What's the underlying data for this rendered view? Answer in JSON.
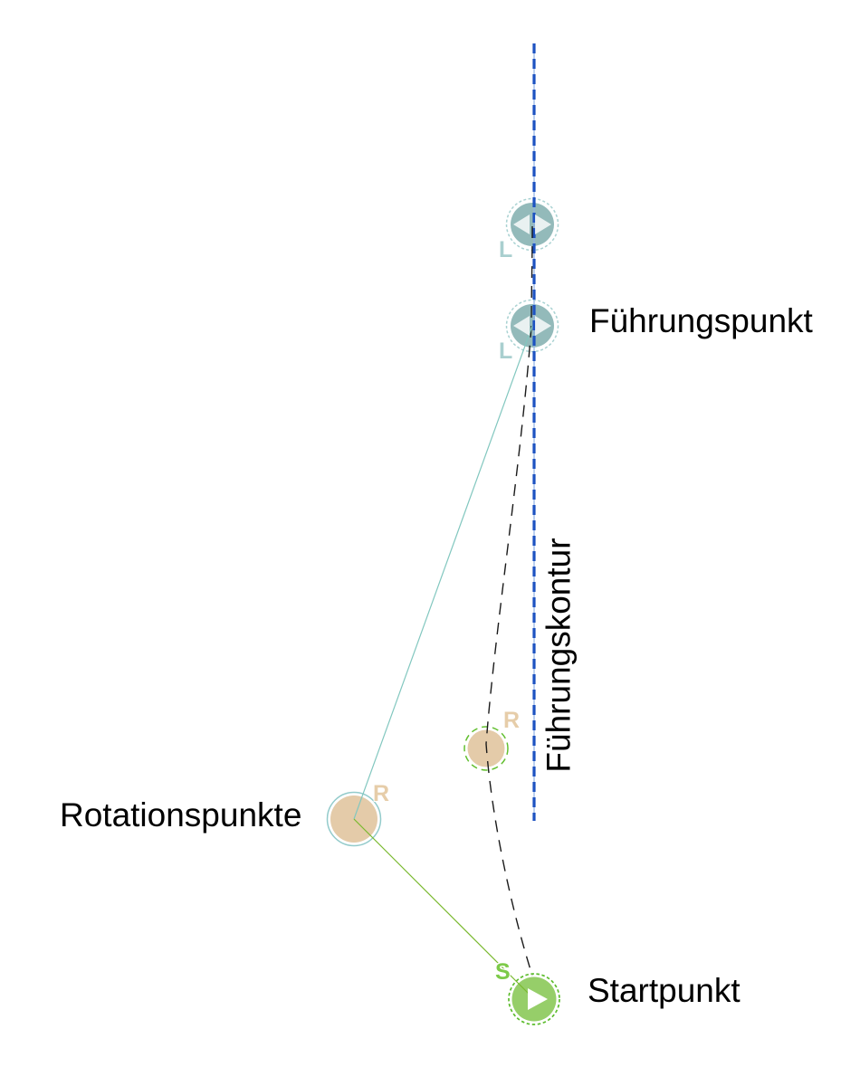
{
  "diagram": {
    "labels": {
      "guide_point": "Führungspunkt",
      "guide_contour": "Führungskontur",
      "rotation_points": "Rotationspunkte",
      "start_point": "Startpunkt"
    },
    "point_letters": {
      "guide": "L",
      "rotation": "R",
      "start": "S"
    },
    "colors": {
      "guide_line_blue": "#1d52c1",
      "guide_line_light": "#8fb0e6",
      "contour_dash": "#1a1a1a",
      "teal_marker_fill": "#8db6b6",
      "teal_marker_ring": "#a9d2d2",
      "teal_letter": "#a9cfcf",
      "teal_connector": "#82c7bf",
      "tan_fill": "#e4cba9",
      "tan_letter": "#e6cda9",
      "rotation_ring_green": "#62bf2f",
      "rotation_ring_teal": "#93cbcb",
      "green_connector": "#79b92e",
      "start_fill": "#96ce69",
      "start_ring": "#5cbc2c",
      "start_letter": "#7dca49",
      "arrow_glyph": "#ffffff",
      "label_text": "#000000"
    }
  }
}
